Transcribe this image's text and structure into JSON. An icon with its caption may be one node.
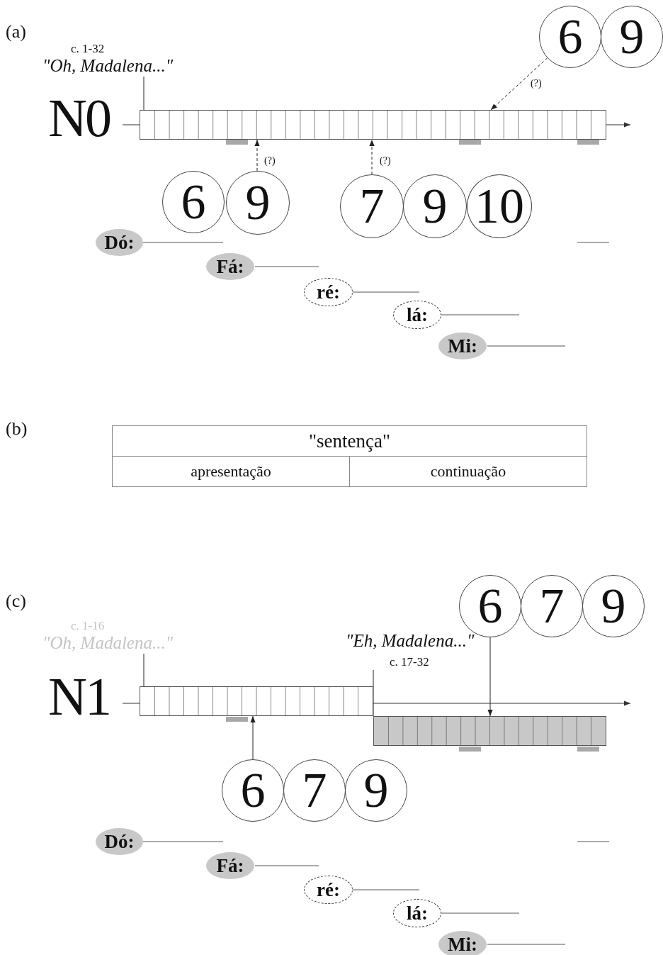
{
  "diagram": {
    "nodes": [
      {
        "text": [
          "c. 1-32",
          "\"Oh, Madalena...\""
        ]
      },
      {
        "text": [],
        "shape": "bar",
        "beside": [
          "N0"
        ]
      },
      {
        "text": [
          "6"
        ]
      },
      {
        "text": [
          "9"
        ]
      },
      {
        "text": [
          "6"
        ]
      },
      {
        "text": [
          "9"
        ]
      },
      {
        "text": [
          "7"
        ]
      },
      {
        "text": [
          "9"
        ]
      },
      {
        "text": [
          "10"
        ]
      },
      {
        "text": [
          "Dó:"
        ]
      },
      {
        "text": [
          "Fá:"
        ]
      },
      {
        "text": [
          "ré:"
        ]
      },
      {
        "text": [
          "lá:"
        ]
      },
      {
        "text": [
          "Mi:"
        ]
      },
      {
        "text": [
          "\"sentença\""
        ]
      },
      {
        "text": [
          "apresentação"
        ]
      },
      {
        "text": [
          "continuação"
        ]
      },
      {
        "text": [
          "c. 1-16",
          "\"Oh, Madalena...\""
        ]
      },
      {
        "text": [
          "\"Eh, Madalena...\"",
          "c. 17-32"
        ]
      },
      {
        "text": [],
        "shape": "bar",
        "beside": [
          "N1"
        ]
      },
      {
        "text": [],
        "shape": "bar"
      },
      {
        "text": [
          "6"
        ]
      },
      {
        "text": [
          "7"
        ]
      },
      {
        "text": [
          "9"
        ]
      },
      {
        "text": [
          "6"
        ]
      },
      {
        "text": [
          "7"
        ]
      },
      {
        "text": [
          "9"
        ]
      },
      {
        "text": [
          "Dó:"
        ]
      },
      {
        "text": [
          "Fá:"
        ]
      },
      {
        "text": [
          "ré:"
        ]
      },
      {
        "text": [
          "lá:"
        ]
      },
      {
        "text": [
          "Mi:"
        ]
      }
    ],
    "edges": [
      {
        "from": 0,
        "to": 1,
        "arrow": "none"
      },
      {
        "from": 2,
        "to": 1,
        "arrow": "to",
        "style": "dashed",
        "label": "(?)"
      },
      {
        "from": 5,
        "to": 1,
        "arrow": "to",
        "style": "dashed",
        "label": "(?)"
      },
      {
        "from": 6,
        "to": 1,
        "arrow": "to",
        "style": "dashed",
        "label": "(?)"
      },
      {
        "from": 17,
        "to": 19,
        "arrow": "none"
      },
      {
        "from": 18,
        "to": 20,
        "arrow": "none"
      },
      {
        "from": 21,
        "to": 20,
        "arrow": "to"
      },
      {
        "from": 24,
        "to": 19,
        "arrow": "to"
      }
    ],
    "labels": [
      "(a)",
      "(b)",
      "(c)"
    ]
  }
}
